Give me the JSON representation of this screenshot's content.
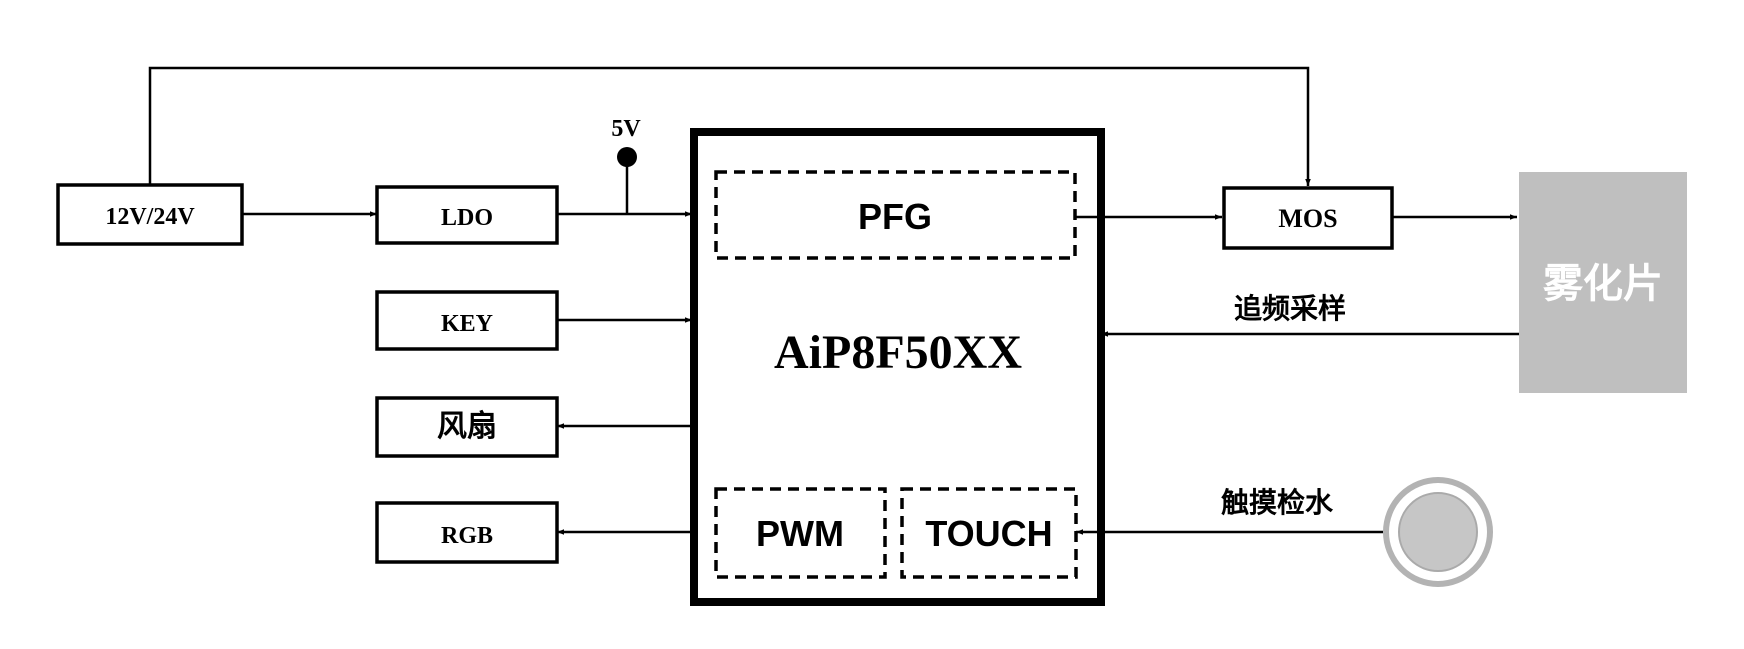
{
  "blocks": {
    "power_in": "12V/24V",
    "ldo": "LDO",
    "key": "KEY",
    "fan": "风扇",
    "rgb": "RGB",
    "mos": "MOS",
    "atomizer": "雾化片"
  },
  "chip": {
    "name": "AiP8F50XX",
    "pfg": "PFG",
    "pwm": "PWM",
    "touch": "TOUCH"
  },
  "labels": {
    "node_5v": "5V",
    "freq_tracking": "追频采样",
    "touch_water_detect": "触摸检水"
  },
  "colors": {
    "line": "#000000",
    "atomizer_fill": "#bfbfbf",
    "atomizer_text": "#ffffff",
    "touch_sensor_fill": "#c6c6c6",
    "touch_sensor_ring": "#b3b3b3"
  }
}
